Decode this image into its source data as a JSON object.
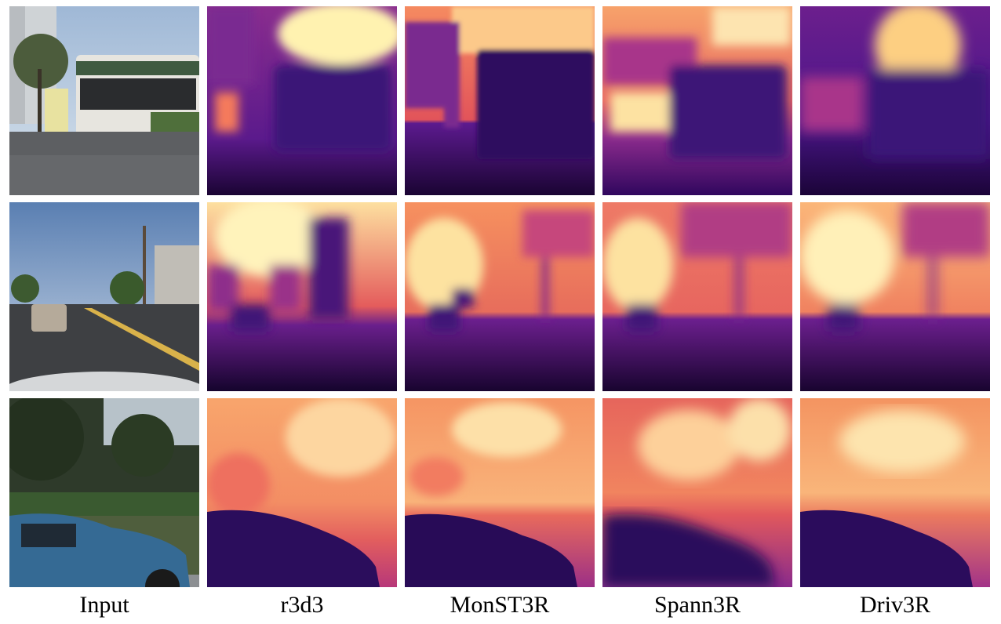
{
  "columns": [
    {
      "label": "Input"
    },
    {
      "label": "r3d3"
    },
    {
      "label": "MonST3R"
    },
    {
      "label": "Spann3R"
    },
    {
      "label": "Driv3R"
    }
  ],
  "rows": [
    {
      "scene": "bus-street"
    },
    {
      "scene": "suburban-road-car"
    },
    {
      "scene": "blue-car-trees"
    }
  ],
  "colormap": [
    "#0d0221",
    "#3b0f70",
    "#6a1a8c",
    "#b73779",
    "#e75758",
    "#fb9a63",
    "#fdd49e",
    "#fff8c8"
  ]
}
